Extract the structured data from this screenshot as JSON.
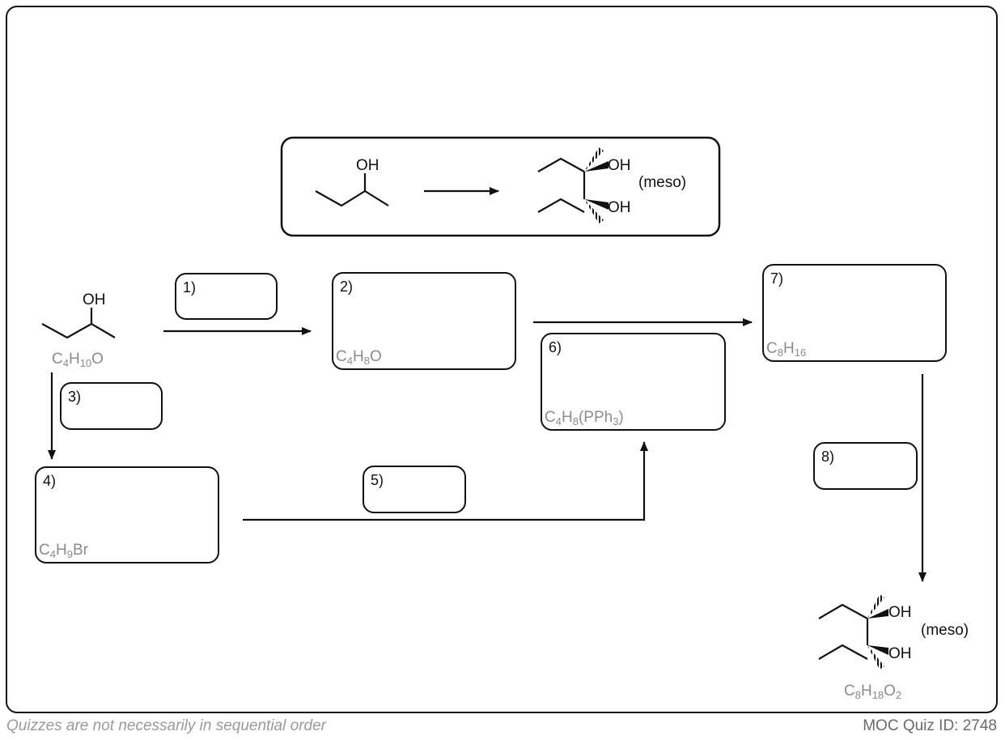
{
  "target_box": {
    "label_oh": "OH",
    "label_meso": "(meso)"
  },
  "start": {
    "label_oh": "OH",
    "formula": {
      "el1": "C",
      "n1": "4",
      "el2": "H",
      "n2": "10",
      "el3": "O"
    }
  },
  "steps": [
    {
      "id": "1",
      "label": "1)"
    },
    {
      "id": "2",
      "label": "2)",
      "formula": {
        "el1": "C",
        "n1": "4",
        "el2": "H",
        "n2": "8",
        "el3": "O"
      }
    },
    {
      "id": "3",
      "label": "3)"
    },
    {
      "id": "4",
      "label": "4)",
      "formula": {
        "el1": "C",
        "n1": "4",
        "el2": "H",
        "n2": "9",
        "el3": "Br"
      }
    },
    {
      "id": "5",
      "label": "5)"
    },
    {
      "id": "6",
      "label": "6)",
      "formula": {
        "el1": "C",
        "n1": "4",
        "el2": "H",
        "n2": "8",
        "el3": "(PPh",
        "n3": "3",
        "el4": ")"
      }
    },
    {
      "id": "7",
      "label": "7)",
      "formula": {
        "el1": "C",
        "n1": "8",
        "el2": "H",
        "n2": "16"
      }
    },
    {
      "id": "8",
      "label": "8)"
    }
  ],
  "product": {
    "label_oh": "OH",
    "label_meso": "(meso)",
    "formula": {
      "el1": "C",
      "n1": "8",
      "el2": "H",
      "n2": "18",
      "el3": "O",
      "n3": "2"
    }
  },
  "footer": {
    "left": "Quizzes are not necessarily in sequential order",
    "right": "MOC Quiz ID: 2748"
  },
  "colors": {
    "line": "#111111",
    "formula": "#8c8c8c",
    "footer_left": "#9a9a9a"
  }
}
